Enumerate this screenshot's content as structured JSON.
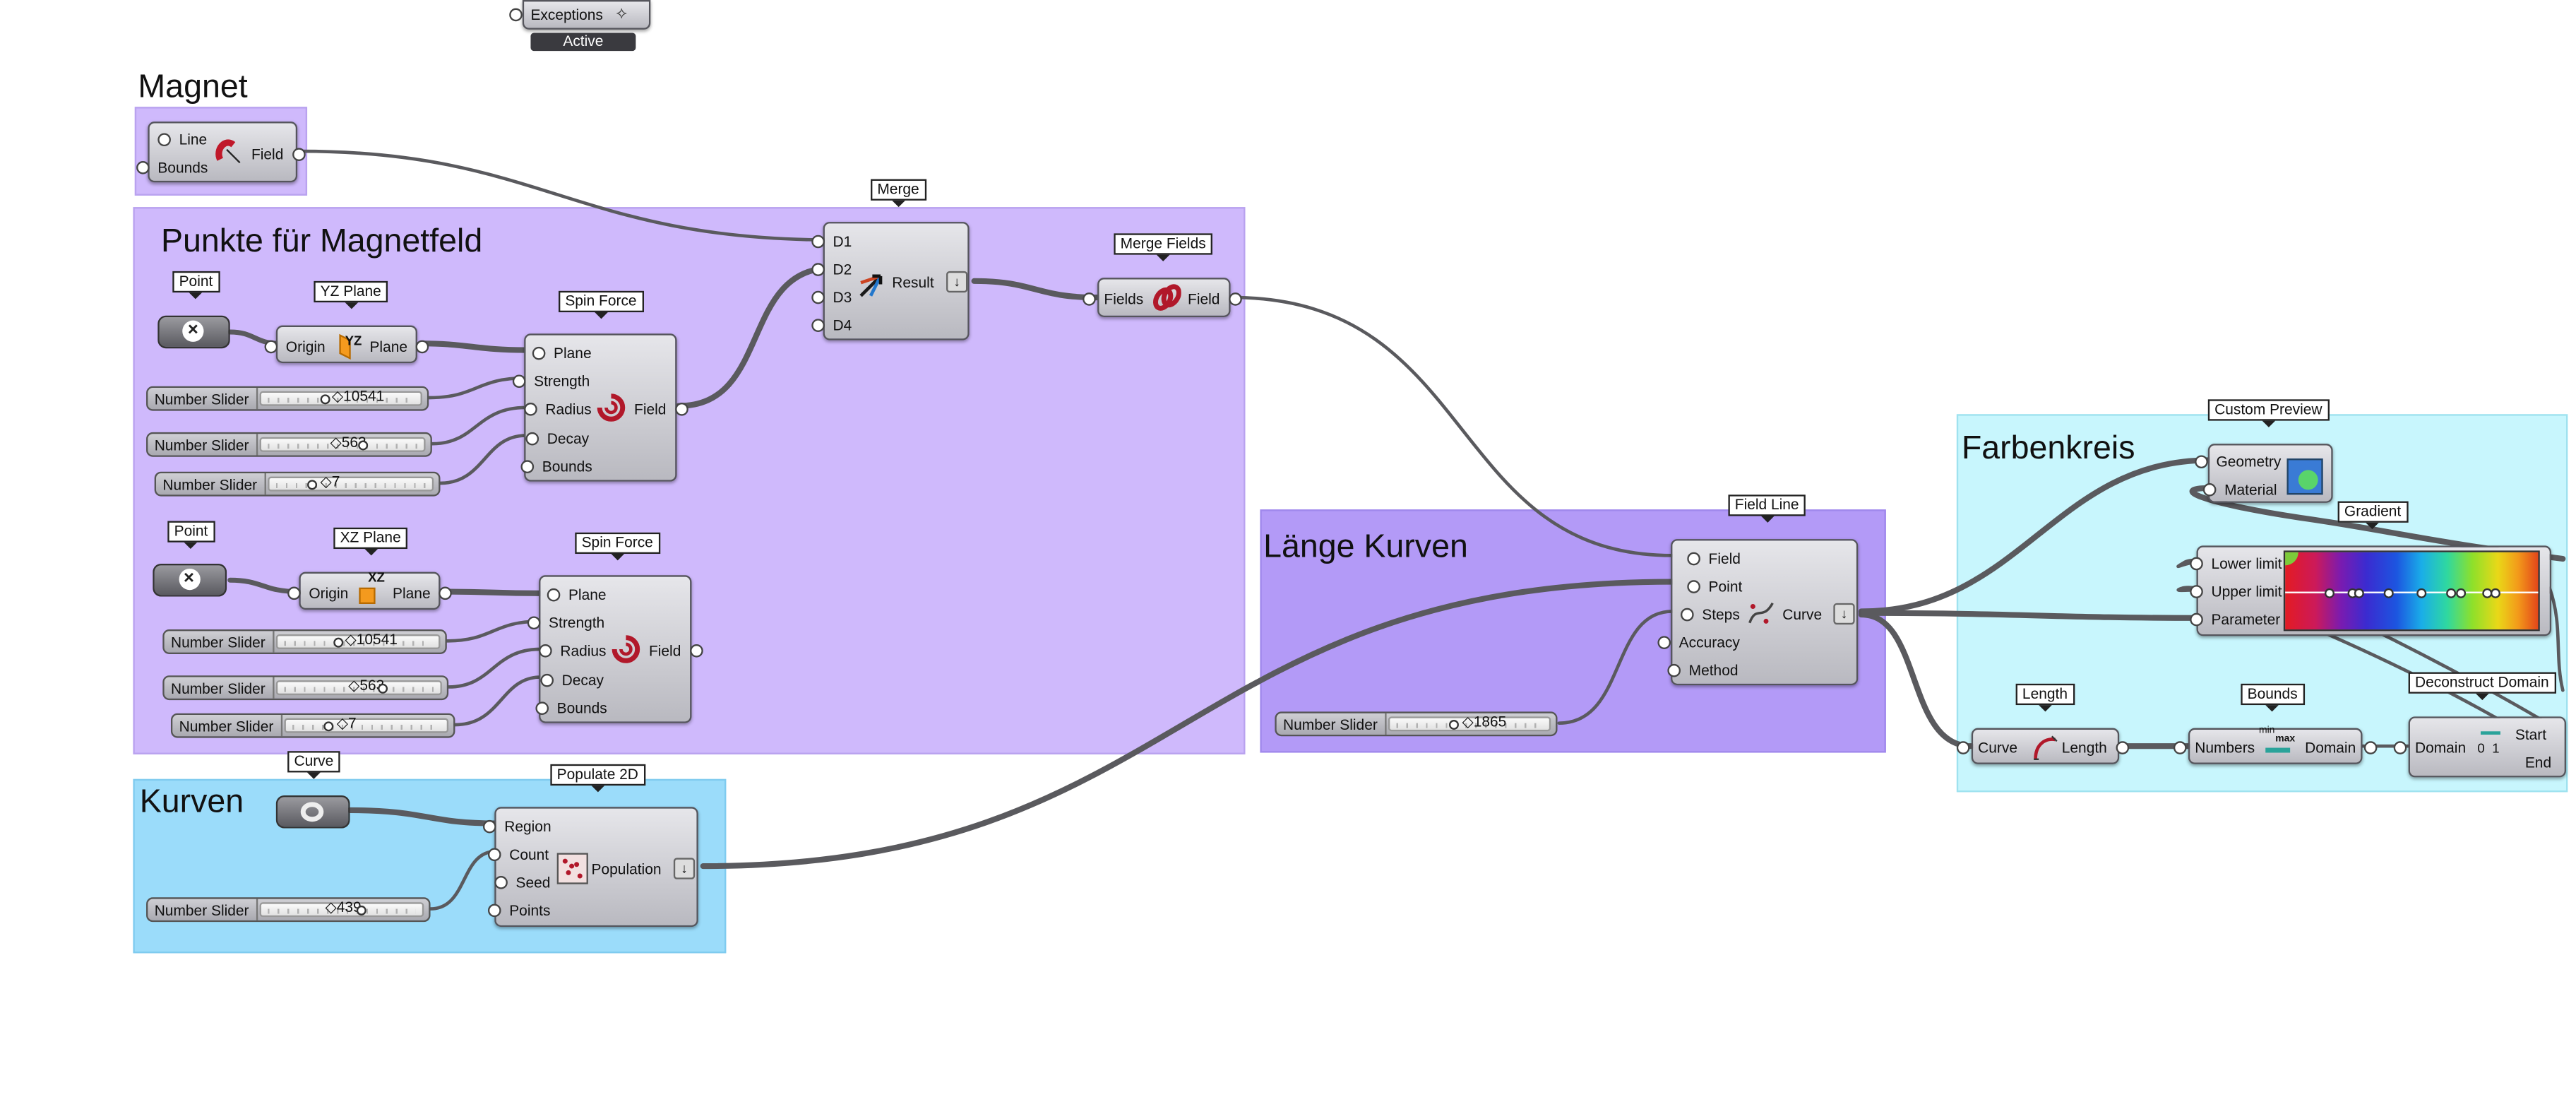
{
  "groups": {
    "magnet": "Magnet",
    "punkte": "Punkte für Magnetfeld",
    "laenge": "Länge Kurven",
    "kurven": "Kurven",
    "farbenkreis": "Farbenkreis"
  },
  "top_component": {
    "label": "Exceptions",
    "status": "Active"
  },
  "magnet_comp": {
    "in": [
      "Line",
      "Bounds"
    ],
    "out": "Field"
  },
  "labels": {
    "merge": "Merge",
    "merge_fields": "Merge Fields",
    "point": "Point",
    "yz_plane": "YZ Plane",
    "xz_plane": "XZ Plane",
    "spin_force": "Spin Force",
    "curve": "Curve",
    "populate_2d": "Populate 2D",
    "field_line": "Field Line",
    "custom_preview": "Custom Preview",
    "gradient": "Gradient",
    "length": "Length",
    "bounds": "Bounds",
    "deconstruct_domain": "Deconstruct Domain"
  },
  "merge_comp": {
    "in": [
      "D1",
      "D2",
      "D3",
      "D4"
    ],
    "out": "Result"
  },
  "merge_fields_comp": {
    "in": "Fields",
    "out": "Field"
  },
  "plane_comp": {
    "in": "Origin",
    "out": "Plane",
    "yz_icon": "YZ",
    "xz_icon": "XZ"
  },
  "spin_force_comp": {
    "in": [
      "Plane",
      "Strength",
      "Radius",
      "Decay",
      "Bounds"
    ],
    "out": "Field"
  },
  "slider_name": "Number Slider",
  "sliders": {
    "s1": "10541",
    "s2": "563",
    "s3": "7",
    "s4": "10541",
    "s5": "563",
    "s6": "7",
    "s7": "439",
    "s8": "1865"
  },
  "populate_comp": {
    "in": [
      "Region",
      "Count",
      "Seed",
      "Points"
    ],
    "out": "Population"
  },
  "field_line_comp": {
    "in": [
      "Field",
      "Point",
      "Steps",
      "Accuracy",
      "Method"
    ],
    "out": "Curve"
  },
  "custom_preview_comp": {
    "in": [
      "Geometry",
      "Material"
    ]
  },
  "gradient_comp": {
    "in": [
      "Lower limit",
      "Upper limit",
      "Parameter"
    ]
  },
  "length_comp": {
    "in": "Curve",
    "out": "Length"
  },
  "bounds_comp": {
    "in": "Numbers",
    "out": "Domain",
    "icon_max": "max",
    "icon_min": "min"
  },
  "deconstruct_comp": {
    "in": "Domain",
    "out": [
      "Start",
      "End"
    ],
    "icon_0": "0",
    "icon_1": "1"
  },
  "colors": {
    "wire": "#5a5a5e",
    "purple": "#cfb9fc",
    "purple_dark": "#b39af7",
    "blue": "#9bdcfa",
    "cyan": "#c8f6fd"
  }
}
